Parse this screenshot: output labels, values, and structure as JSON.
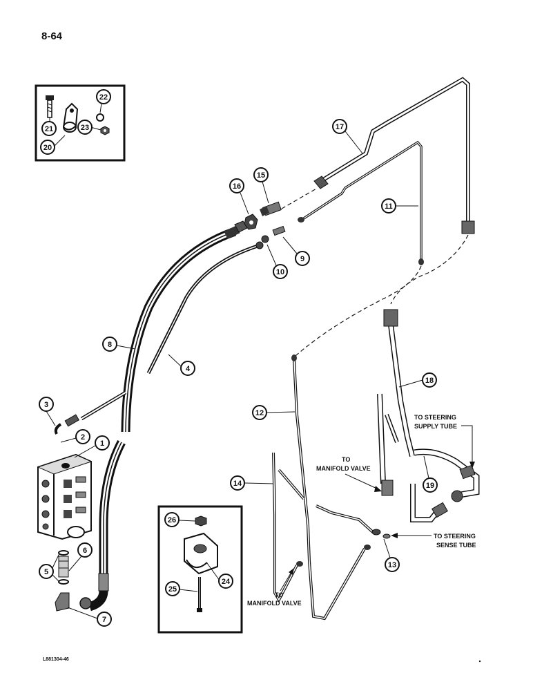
{
  "page_number": "8-64",
  "figure_id": "L881304-46",
  "callouts": [
    "1",
    "2",
    "3",
    "4",
    "5",
    "6",
    "7",
    "8",
    "9",
    "10",
    "11",
    "12",
    "13",
    "14",
    "15",
    "16",
    "17",
    "18",
    "19",
    "20",
    "21",
    "22",
    "23",
    "24",
    "25",
    "26"
  ],
  "notes": {
    "to_steering_supply_1": "TO STEERING",
    "to_steering_supply_2": "SUPPLY TUBE",
    "to_manifold_upper_1": "TO",
    "to_manifold_upper_2": "MANIFOLD VALVE",
    "to_steering_sense_1": "TO STEERING",
    "to_steering_sense_2": "SENSE TUBE",
    "to_manifold_lower_1": "TO",
    "to_manifold_lower_2": "MANIFOLD VALVE"
  }
}
